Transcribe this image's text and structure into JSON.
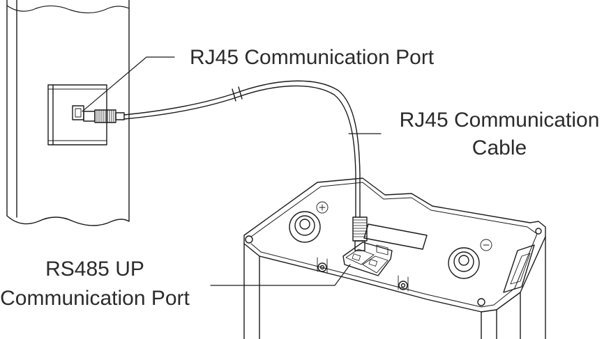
{
  "labels": {
    "rj45_port": "RJ45 Communication Port",
    "rj45_cable_line1": "RJ45 Communication",
    "rj45_cable_line2": "Cable",
    "rs485_line1": "RS485 UP",
    "rs485_line2": "Communication Port"
  },
  "colors": {
    "line": "#1a1a1a",
    "text": "#2b2b2b",
    "background": "#ffffff"
  }
}
